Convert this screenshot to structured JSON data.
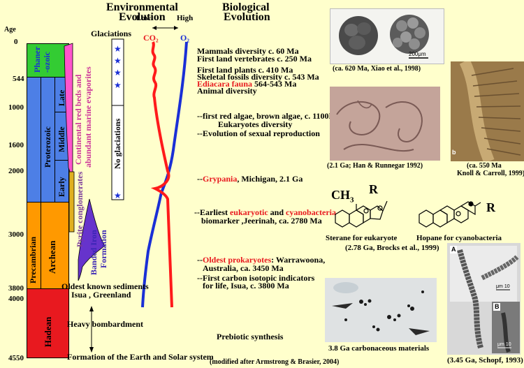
{
  "headers": {
    "environmental": [
      "Environmental",
      "Evolution"
    ],
    "biological": [
      "Biological",
      "Evolution"
    ],
    "age": "Age",
    "low": "Low",
    "high": "High",
    "glaciations": "Glaciations",
    "co2": "CO₂",
    "o2": "O₂"
  },
  "ages": [
    "0",
    "544",
    "1000",
    "1600",
    "2000",
    "3000",
    "3800",
    "4000",
    "4550"
  ],
  "eons": {
    "phanerozoic": [
      "Phaner",
      "-ozoic"
    ],
    "late": "Late",
    "middle": "Middle",
    "proterozoic": "Proterozoic",
    "early": "Early",
    "archean": "Archean",
    "hadean": "Hadean",
    "precambrian": "Precambrian"
  },
  "env_labels": {
    "red_beds": [
      "Continental red beds and",
      "abundant marine evaporites"
    ],
    "pyrite": "Pyrite conglomerates",
    "bif": [
      "Banded Iron",
      "Formation"
    ],
    "no_glaciations": "No glaciations",
    "oldest_sediments": [
      "Oldest known sediments",
      "Isua , Greenland"
    ],
    "bombardment": "Heavy bombardment",
    "formation": "Formation of the Earth and Solar system"
  },
  "bio_events": {
    "mammals": "Mammals diversity c. 60 Ma",
    "vertebrates": "First land vertebrates c. 250 Ma",
    "plants": "First land plants c. 410 Ma",
    "skeletal": "Skeletal fossils diversity c. 543 Ma",
    "ediacara_name": "Ediacara fauna",
    "ediacara_age": " 564-543 Ma",
    "animal": "Animal diversity",
    "red_algae": "--first red algae, brown algae, c. 1100Ma",
    "eukaryotes_div": "Eukaryotes diversity",
    "sexual": "--Evolution of sexual reproduction",
    "grypania_dash": "--",
    "grypania_name": "Grypania",
    "grypania_rest": ", Michigan, 2.1 Ga",
    "earliest_pre": "--Earliest ",
    "eukaryotic": "eukaryotic",
    "and": " and ",
    "cyanobacteria": "cyanobacteria",
    "biomarker": "biomarker ,Jeerinah, ca. 2780 Ma",
    "oldest_dash": "--",
    "oldest_prok": "Oldest prokaryotes",
    "oldest_rest": ": Warrawoona,",
    "australia": "Australia, ca. 3450 Ma",
    "carbon1": "--First carbon isotopic indicators",
    "carbon2": "for life, Isua, c. 3800 Ma",
    "prebiotic": "Prebiotic synthesis",
    "modified": "(modified after Armstrong & Brasier, 2004)"
  },
  "captions": {
    "xiao": "(ca. 620 Ma, Xiao et al., 1998)",
    "scale200": "200μm",
    "han": "(2.1 Ga; Han & Runnegar 1992)",
    "knoll1": "(ca. 550 Ma",
    "knoll2": "Knoll & Carroll, 1999)",
    "ch3": "CH",
    "ch3_sub": "3",
    "r1": "R",
    "r2": "R",
    "sterane": "Sterane for eukaryote",
    "hopane": "Hopane for cyanobacteria",
    "brocks": "(2.78 Ga, Brocks et al., 1999)",
    "carbonaceous": "3.8 Ga carbonaceous materials",
    "schopf": "(3.45 Ga, Schopf, 1993)",
    "panel_a": "A",
    "panel_b": "B",
    "scale10a": "10",
    "scale10b": "10",
    "um": "μm",
    "letter_b": "b"
  },
  "colors": {
    "background": "#ffffcc",
    "phanerozoic": "#33cc33",
    "proterozoic": "#4d7fe6",
    "archean": "#ff9900",
    "hadean": "#e8191f",
    "red_beds": "#ff55cc",
    "bif": "#6633cc",
    "co2": "#ff1a1a",
    "o2": "#1a2fd6"
  }
}
